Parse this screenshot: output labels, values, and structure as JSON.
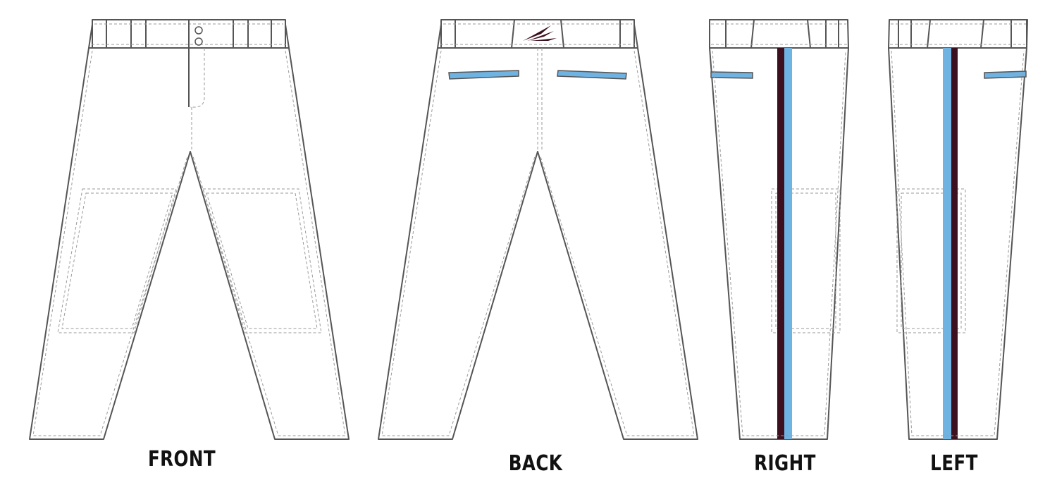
{
  "views": {
    "front": {
      "label": "FRONT"
    },
    "back": {
      "label": "BACK"
    },
    "right": {
      "label": "RIGHT"
    },
    "left": {
      "label": "LEFT"
    }
  },
  "colors": {
    "outline": "#555555",
    "stitching": "#9a9a9a",
    "fabric": "#ffffff",
    "accent_light_blue": "#6fb3e2",
    "accent_maroon": "#3d1020"
  },
  "icons": {
    "logo": "trident-swoosh-logo",
    "buttons": "waistband-button-icon"
  }
}
